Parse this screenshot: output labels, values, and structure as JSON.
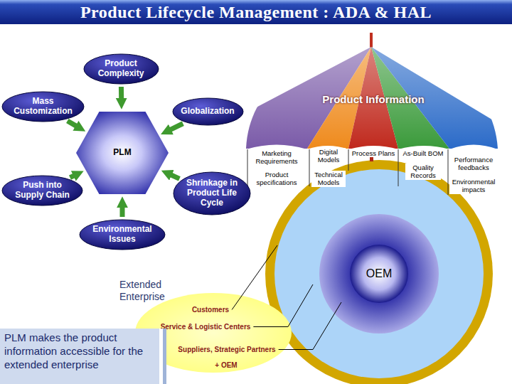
{
  "diagram": {
    "title": "Product Lifecycle Management : ADA & HAL",
    "nodes": [
      {
        "text": [
          "Product Complexity"
        ]
      },
      {
        "text": [
          "Mass Customization"
        ]
      },
      {
        "text": [
          "Globalization"
        ]
      },
      {
        "text": [
          "PLM"
        ]
      },
      {
        "text": [
          "Push into Supply Chain"
        ]
      },
      {
        "text": [
          "Shrinkage in Product Life Cycle"
        ]
      },
      {
        "text": [
          "Environmental Issues"
        ]
      },
      {
        "text": [
          "OEM"
        ]
      },
      {
        "text": [
          "Extended Enterprise",
          "Customers",
          "Service & Logistic Centers",
          "Suppliers, Strategic Partners",
          "+ OEM"
        ]
      },
      {
        "text": [
          "PLM makes the product information accessible for the extended enterprise"
        ]
      }
    ],
    "edges": [
      {
        "from": 0,
        "to": 3,
        "arrow": "to"
      },
      {
        "from": 1,
        "to": 3,
        "arrow": "to"
      },
      {
        "from": 2,
        "to": 3,
        "arrow": "to"
      },
      {
        "from": 4,
        "to": 3,
        "arrow": "to"
      },
      {
        "from": 5,
        "to": 3,
        "arrow": "to"
      },
      {
        "from": 6,
        "to": 3,
        "arrow": "to"
      }
    ],
    "labels": [
      "Product Information",
      "Marketing Requirements",
      "Product specifications",
      "Digital Models",
      "Technical Models",
      "Process Plans",
      "As-Built BOM",
      "Quality Records",
      "Performance feedbacks",
      "Environmental impacts"
    ]
  }
}
